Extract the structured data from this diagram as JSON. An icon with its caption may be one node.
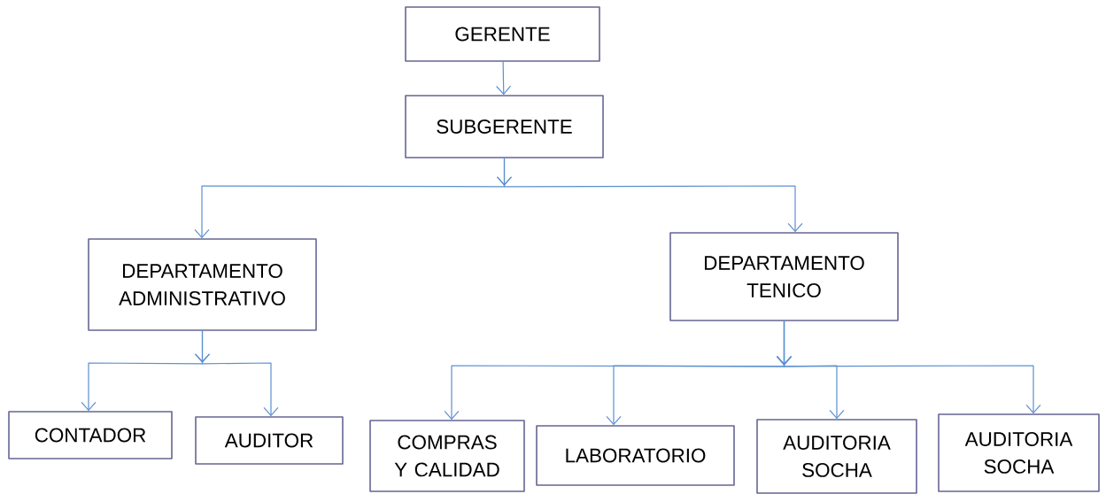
{
  "diagram": {
    "nodes": [
      {
        "text": [
          "GERENTE"
        ]
      },
      {
        "text": [
          "SUBGERENTE"
        ]
      },
      {
        "text": [
          "DEPARTAMENTO ADMINISTRATIVO"
        ]
      },
      {
        "text": [
          "DEPARTAMENTO TENICO"
        ]
      },
      {
        "text": [
          "CONTADOR"
        ]
      },
      {
        "text": [
          "AUDITOR"
        ]
      },
      {
        "text": [
          "COMPRAS Y CALIDAD"
        ]
      },
      {
        "text": [
          "LABORATORIO"
        ]
      },
      {
        "text": [
          "AUDITORIA SOCHA"
        ]
      },
      {
        "text": [
          "AUDITORIA SOCHA"
        ]
      }
    ],
    "edges": [
      {
        "from": 0,
        "to": 1,
        "arrow": "to"
      },
      {
        "from": 1,
        "to": 2,
        "arrow": "to"
      },
      {
        "from": 1,
        "to": 3,
        "arrow": "to"
      },
      {
        "from": 2,
        "to": 4,
        "arrow": "to"
      },
      {
        "from": 2,
        "to": 5,
        "arrow": "to"
      },
      {
        "from": 3,
        "to": 6,
        "arrow": "to"
      },
      {
        "from": 3,
        "to": 7,
        "arrow": "to"
      },
      {
        "from": 3,
        "to": 8,
        "arrow": "to"
      },
      {
        "from": 3,
        "to": 9,
        "arrow": "to"
      }
    ]
  }
}
